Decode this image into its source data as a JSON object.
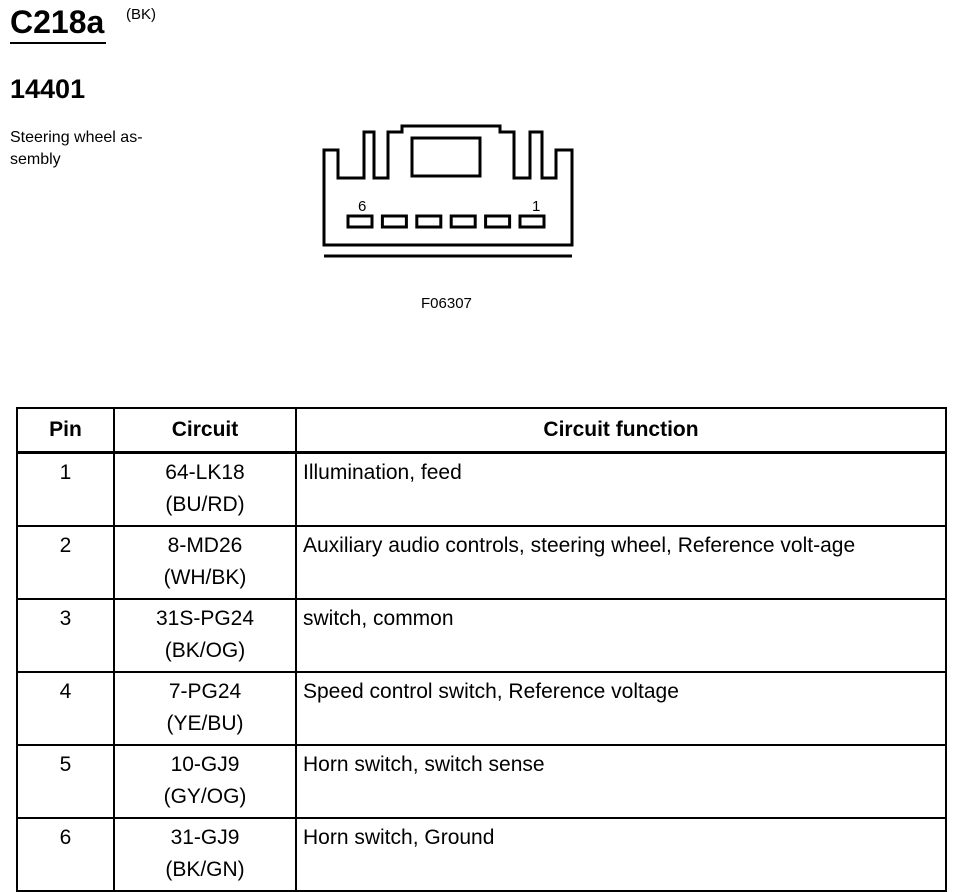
{
  "header": {
    "connector_id": "C218a",
    "connector_color": "(BK)",
    "part_number": "14401",
    "description": "Steering wheel as-sembly",
    "figure_code": "F06307"
  },
  "diagram": {
    "pin_label_left": "6",
    "pin_label_right": "1",
    "pin_count": 6
  },
  "table": {
    "headers": [
      "Pin",
      "Circuit",
      "Circuit function"
    ],
    "rows": [
      {
        "pin": "1",
        "circuit": "64-LK18",
        "color": "(BU/RD)",
        "function": "Illumination, feed"
      },
      {
        "pin": "2",
        "circuit": "8-MD26",
        "color": "(WH/BK)",
        "function": "Auxiliary audio controls, steering wheel, Reference volt-age"
      },
      {
        "pin": "3",
        "circuit": "31S-PG24",
        "color": "(BK/OG)",
        "function": "switch, common"
      },
      {
        "pin": "4",
        "circuit": "7-PG24",
        "color": "(YE/BU)",
        "function": "Speed control switch, Reference voltage"
      },
      {
        "pin": "5",
        "circuit": "10-GJ9",
        "color": "(GY/OG)",
        "function": "Horn switch, switch sense"
      },
      {
        "pin": "6",
        "circuit": "31-GJ9",
        "color": "(BK/GN)",
        "function": "Horn switch, Ground"
      }
    ]
  }
}
